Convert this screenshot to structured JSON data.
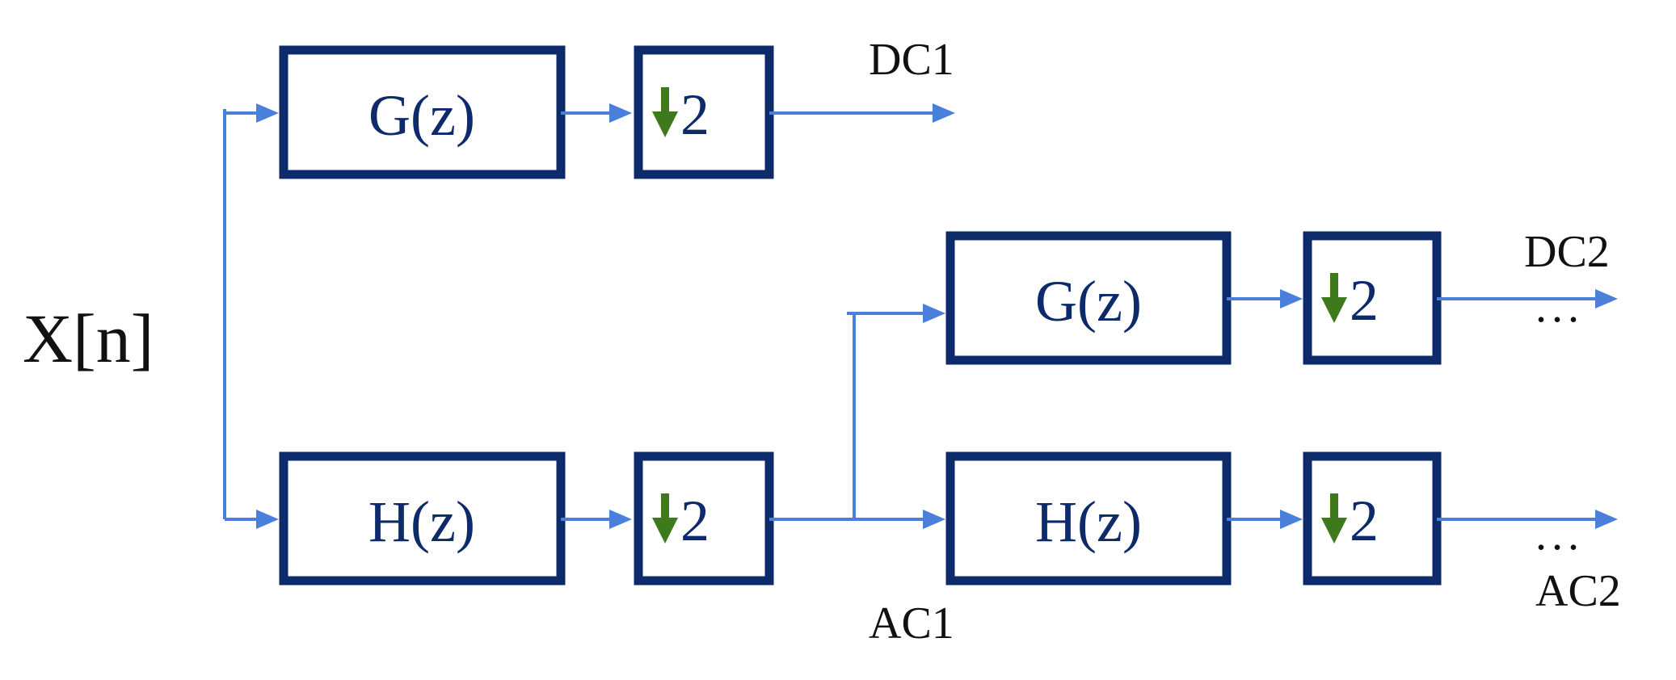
{
  "input_label": "X[n]",
  "blocks": {
    "g1": "G(z)",
    "h1": "H(z)",
    "g2": "G(z)",
    "h2": "H(z)"
  },
  "downsample": {
    "factor": "2",
    "arrow_color": "#3e7a1c"
  },
  "outputs": {
    "dc1": "DC1",
    "ac1": "AC1",
    "dc2": "DC2",
    "ac2": "AC2",
    "continuation_top": "...",
    "continuation_bottom": "..."
  },
  "colors": {
    "block_stroke": "#0d2a6b",
    "wire": "#4a7fdc",
    "text": "#0d2a6b"
  }
}
